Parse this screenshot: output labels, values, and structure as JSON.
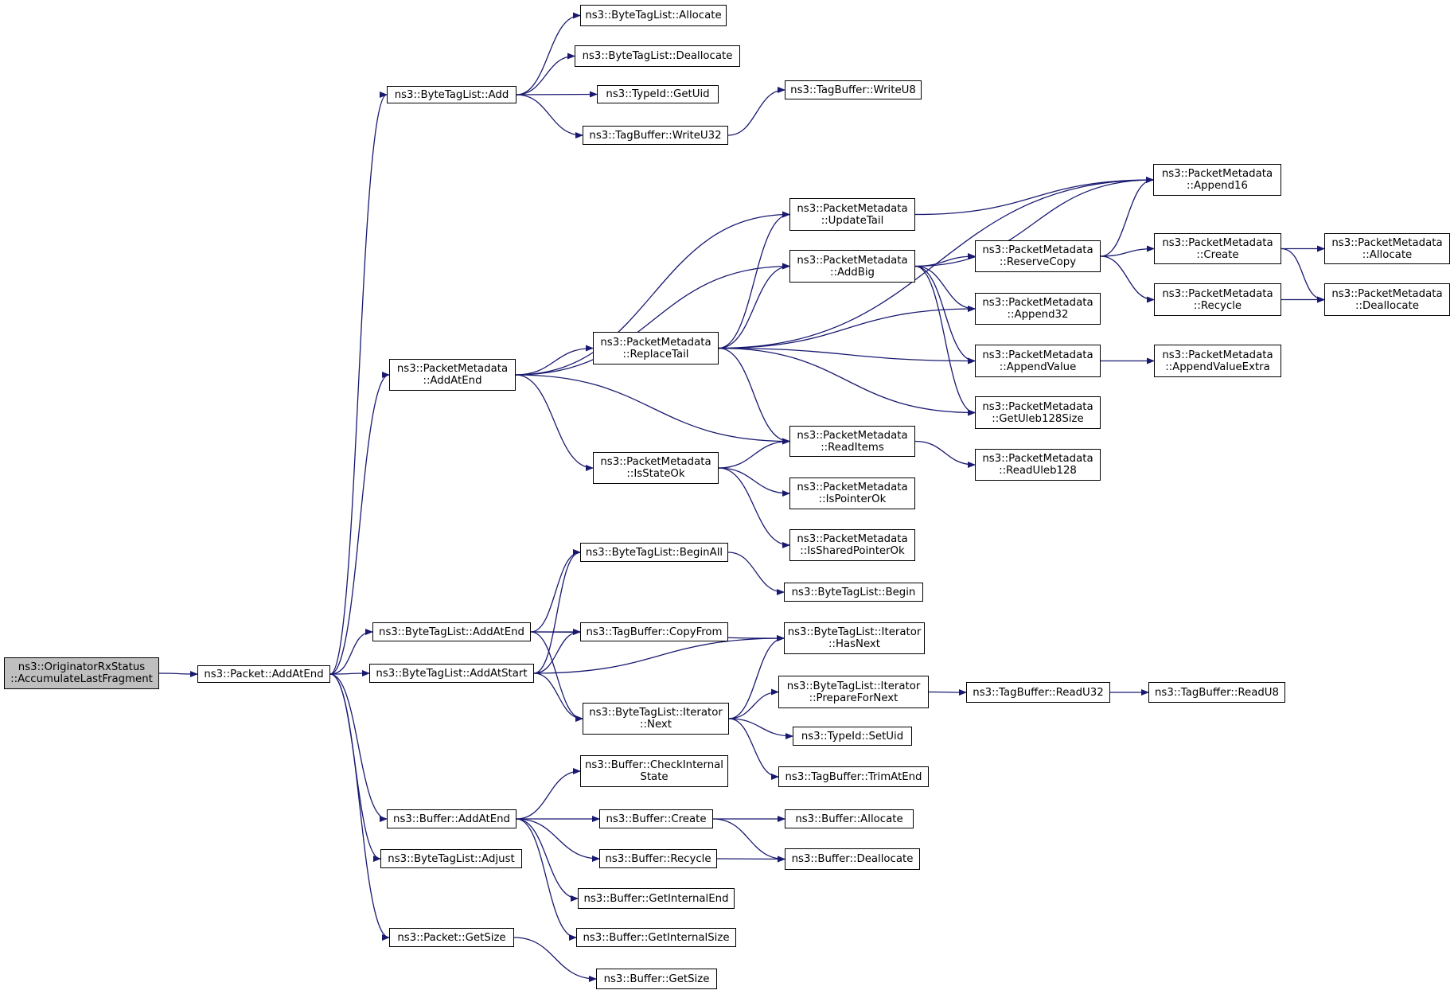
{
  "diagram": {
    "type": "call-graph",
    "colors": {
      "edge": "#191970",
      "border": "#000000",
      "root_fill": "#bfbfbf",
      "node_fill": "#ffffff"
    },
    "nodes": [
      {
        "id": "root",
        "label": "ns3::OriginatorRxStatus\n::AccumulateLastFragment",
        "root": true
      },
      {
        "id": "pkt_addatend",
        "label": "ns3::Packet::AddAtEnd"
      },
      {
        "id": "btl_add",
        "label": "ns3::ByteTagList::Add"
      },
      {
        "id": "btl_allocate",
        "label": "ns3::ByteTagList::Allocate"
      },
      {
        "id": "btl_deallocate",
        "label": "ns3::ByteTagList::Deallocate"
      },
      {
        "id": "typeid_getuid",
        "label": "ns3::TypeId::GetUid"
      },
      {
        "id": "tb_writeu32",
        "label": "ns3::TagBuffer::WriteU32"
      },
      {
        "id": "tb_writeu8",
        "label": "ns3::TagBuffer::WriteU8"
      },
      {
        "id": "pm_addatend",
        "label": "ns3::PacketMetadata\n::AddAtEnd"
      },
      {
        "id": "pm_append16",
        "label": "ns3::PacketMetadata\n::Append16"
      },
      {
        "id": "pm_updatetail",
        "label": "ns3::PacketMetadata\n::UpdateTail"
      },
      {
        "id": "pm_addbig",
        "label": "ns3::PacketMetadata\n::AddBig"
      },
      {
        "id": "pm_reservecopy",
        "label": "ns3::PacketMetadata\n::ReserveCopy"
      },
      {
        "id": "pm_create",
        "label": "ns3::PacketMetadata\n::Create"
      },
      {
        "id": "pm_allocate",
        "label": "ns3::PacketMetadata\n::Allocate"
      },
      {
        "id": "pm_recycle",
        "label": "ns3::PacketMetadata\n::Recycle"
      },
      {
        "id": "pm_deallocate",
        "label": "ns3::PacketMetadata\n::Deallocate"
      },
      {
        "id": "pm_append32",
        "label": "ns3::PacketMetadata\n::Append32"
      },
      {
        "id": "pm_replacetail",
        "label": "ns3::PacketMetadata\n::ReplaceTail"
      },
      {
        "id": "pm_appendvalue",
        "label": "ns3::PacketMetadata\n::AppendValue"
      },
      {
        "id": "pm_appendvalueextra",
        "label": "ns3::PacketMetadata\n::AppendValueExtra"
      },
      {
        "id": "pm_getuleb128size",
        "label": "ns3::PacketMetadata\n::GetUleb128Size"
      },
      {
        "id": "pm_readitems",
        "label": "ns3::PacketMetadata\n::ReadItems"
      },
      {
        "id": "pm_readuleb128",
        "label": "ns3::PacketMetadata\n::ReadUleb128"
      },
      {
        "id": "pm_isstateok",
        "label": "ns3::PacketMetadata\n::IsStateOk"
      },
      {
        "id": "pm_ispointerok",
        "label": "ns3::PacketMetadata\n::IsPointerOk"
      },
      {
        "id": "pm_issharedpointerok",
        "label": "ns3::PacketMetadata\n::IsSharedPointerOk"
      },
      {
        "id": "btl_beginall",
        "label": "ns3::ByteTagList::BeginAll"
      },
      {
        "id": "btl_begin",
        "label": "ns3::ByteTagList::Begin"
      },
      {
        "id": "btl_addatend",
        "label": "ns3::ByteTagList::AddAtEnd"
      },
      {
        "id": "tb_copyfrom",
        "label": "ns3::TagBuffer::CopyFrom"
      },
      {
        "id": "btli_hasnext",
        "label": "ns3::ByteTagList::Iterator\n::HasNext"
      },
      {
        "id": "btl_addatstart",
        "label": "ns3::ByteTagList::AddAtStart"
      },
      {
        "id": "btli_prepare",
        "label": "ns3::ByteTagList::Iterator\n::PrepareForNext"
      },
      {
        "id": "tb_readu32",
        "label": "ns3::TagBuffer::ReadU32"
      },
      {
        "id": "tb_readu8",
        "label": "ns3::TagBuffer::ReadU8"
      },
      {
        "id": "btli_next",
        "label": "ns3::ByteTagList::Iterator\n::Next"
      },
      {
        "id": "typeid_setuid",
        "label": "ns3::TypeId::SetUid"
      },
      {
        "id": "tb_trimatend",
        "label": "ns3::TagBuffer::TrimAtEnd"
      },
      {
        "id": "buf_checkinternal",
        "label": "ns3::Buffer::CheckInternal\nState"
      },
      {
        "id": "buf_addatend",
        "label": "ns3::Buffer::AddAtEnd"
      },
      {
        "id": "buf_create",
        "label": "ns3::Buffer::Create"
      },
      {
        "id": "buf_allocate",
        "label": "ns3::Buffer::Allocate"
      },
      {
        "id": "buf_recycle",
        "label": "ns3::Buffer::Recycle"
      },
      {
        "id": "buf_deallocate",
        "label": "ns3::Buffer::Deallocate"
      },
      {
        "id": "btl_adjust",
        "label": "ns3::ByteTagList::Adjust"
      },
      {
        "id": "buf_getinternalend",
        "label": "ns3::Buffer::GetInternalEnd"
      },
      {
        "id": "buf_getinternalsize",
        "label": "ns3::Buffer::GetInternalSize"
      },
      {
        "id": "pkt_getsize",
        "label": "ns3::Packet::GetSize"
      },
      {
        "id": "buf_getsize",
        "label": "ns3::Buffer::GetSize"
      }
    ],
    "edges": [
      [
        "root",
        "pkt_addatend"
      ],
      [
        "pkt_addatend",
        "btl_add"
      ],
      [
        "pkt_addatend",
        "pm_addatend"
      ],
      [
        "pkt_addatend",
        "btl_addatend"
      ],
      [
        "pkt_addatend",
        "btl_addatstart"
      ],
      [
        "pkt_addatend",
        "buf_addatend"
      ],
      [
        "pkt_addatend",
        "btl_adjust"
      ],
      [
        "pkt_addatend",
        "pkt_getsize"
      ],
      [
        "btl_add",
        "btl_allocate"
      ],
      [
        "btl_add",
        "btl_deallocate"
      ],
      [
        "btl_add",
        "typeid_getuid"
      ],
      [
        "btl_add",
        "tb_writeu32"
      ],
      [
        "tb_writeu32",
        "tb_writeu8"
      ],
      [
        "pm_addatend",
        "pm_updatetail"
      ],
      [
        "pm_addatend",
        "pm_addbig"
      ],
      [
        "pm_addatend",
        "pm_replacetail"
      ],
      [
        "pm_addatend",
        "pm_readitems"
      ],
      [
        "pm_addatend",
        "pm_isstateok"
      ],
      [
        "pm_updatetail",
        "pm_append16"
      ],
      [
        "pm_addbig",
        "pm_append16"
      ],
      [
        "pm_addbig",
        "pm_reservecopy"
      ],
      [
        "pm_addbig",
        "pm_append32"
      ],
      [
        "pm_addbig",
        "pm_appendvalue"
      ],
      [
        "pm_addbig",
        "pm_getuleb128size"
      ],
      [
        "pm_reservecopy",
        "pm_append16"
      ],
      [
        "pm_reservecopy",
        "pm_create"
      ],
      [
        "pm_reservecopy",
        "pm_recycle"
      ],
      [
        "pm_create",
        "pm_allocate"
      ],
      [
        "pm_create",
        "pm_deallocate"
      ],
      [
        "pm_recycle",
        "pm_deallocate"
      ],
      [
        "pm_replacetail",
        "pm_append16"
      ],
      [
        "pm_replacetail",
        "pm_updatetail"
      ],
      [
        "pm_replacetail",
        "pm_addbig"
      ],
      [
        "pm_replacetail",
        "pm_append32"
      ],
      [
        "pm_replacetail",
        "pm_appendvalue"
      ],
      [
        "pm_replacetail",
        "pm_getuleb128size"
      ],
      [
        "pm_replacetail",
        "pm_readitems"
      ],
      [
        "pm_appendvalue",
        "pm_appendvalueextra"
      ],
      [
        "pm_readitems",
        "pm_readuleb128"
      ],
      [
        "pm_isstateok",
        "pm_readitems"
      ],
      [
        "pm_isstateok",
        "pm_ispointerok"
      ],
      [
        "pm_isstateok",
        "pm_issharedpointerok"
      ],
      [
        "btl_beginall",
        "btl_begin"
      ],
      [
        "btl_addatend",
        "btl_beginall"
      ],
      [
        "btl_addatend",
        "tb_copyfrom"
      ],
      [
        "btl_addatend",
        "btli_hasnext"
      ],
      [
        "btl_addatend",
        "btli_next"
      ],
      [
        "btl_addatstart",
        "btl_beginall"
      ],
      [
        "btl_addatstart",
        "tb_copyfrom"
      ],
      [
        "btl_addatstart",
        "btli_hasnext"
      ],
      [
        "btl_addatstart",
        "btli_next"
      ],
      [
        "btli_next",
        "btli_hasnext"
      ],
      [
        "btli_next",
        "btli_prepare"
      ],
      [
        "btli_next",
        "typeid_setuid"
      ],
      [
        "btli_next",
        "tb_trimatend"
      ],
      [
        "btli_prepare",
        "tb_readu32"
      ],
      [
        "tb_readu32",
        "tb_readu8"
      ],
      [
        "buf_addatend",
        "buf_checkinternal"
      ],
      [
        "buf_addatend",
        "buf_create"
      ],
      [
        "buf_addatend",
        "buf_recycle"
      ],
      [
        "buf_addatend",
        "buf_getinternalend"
      ],
      [
        "buf_addatend",
        "buf_getinternalsize"
      ],
      [
        "buf_create",
        "buf_allocate"
      ],
      [
        "buf_create",
        "buf_deallocate"
      ],
      [
        "buf_recycle",
        "buf_deallocate"
      ],
      [
        "pkt_getsize",
        "buf_getsize"
      ]
    ]
  }
}
